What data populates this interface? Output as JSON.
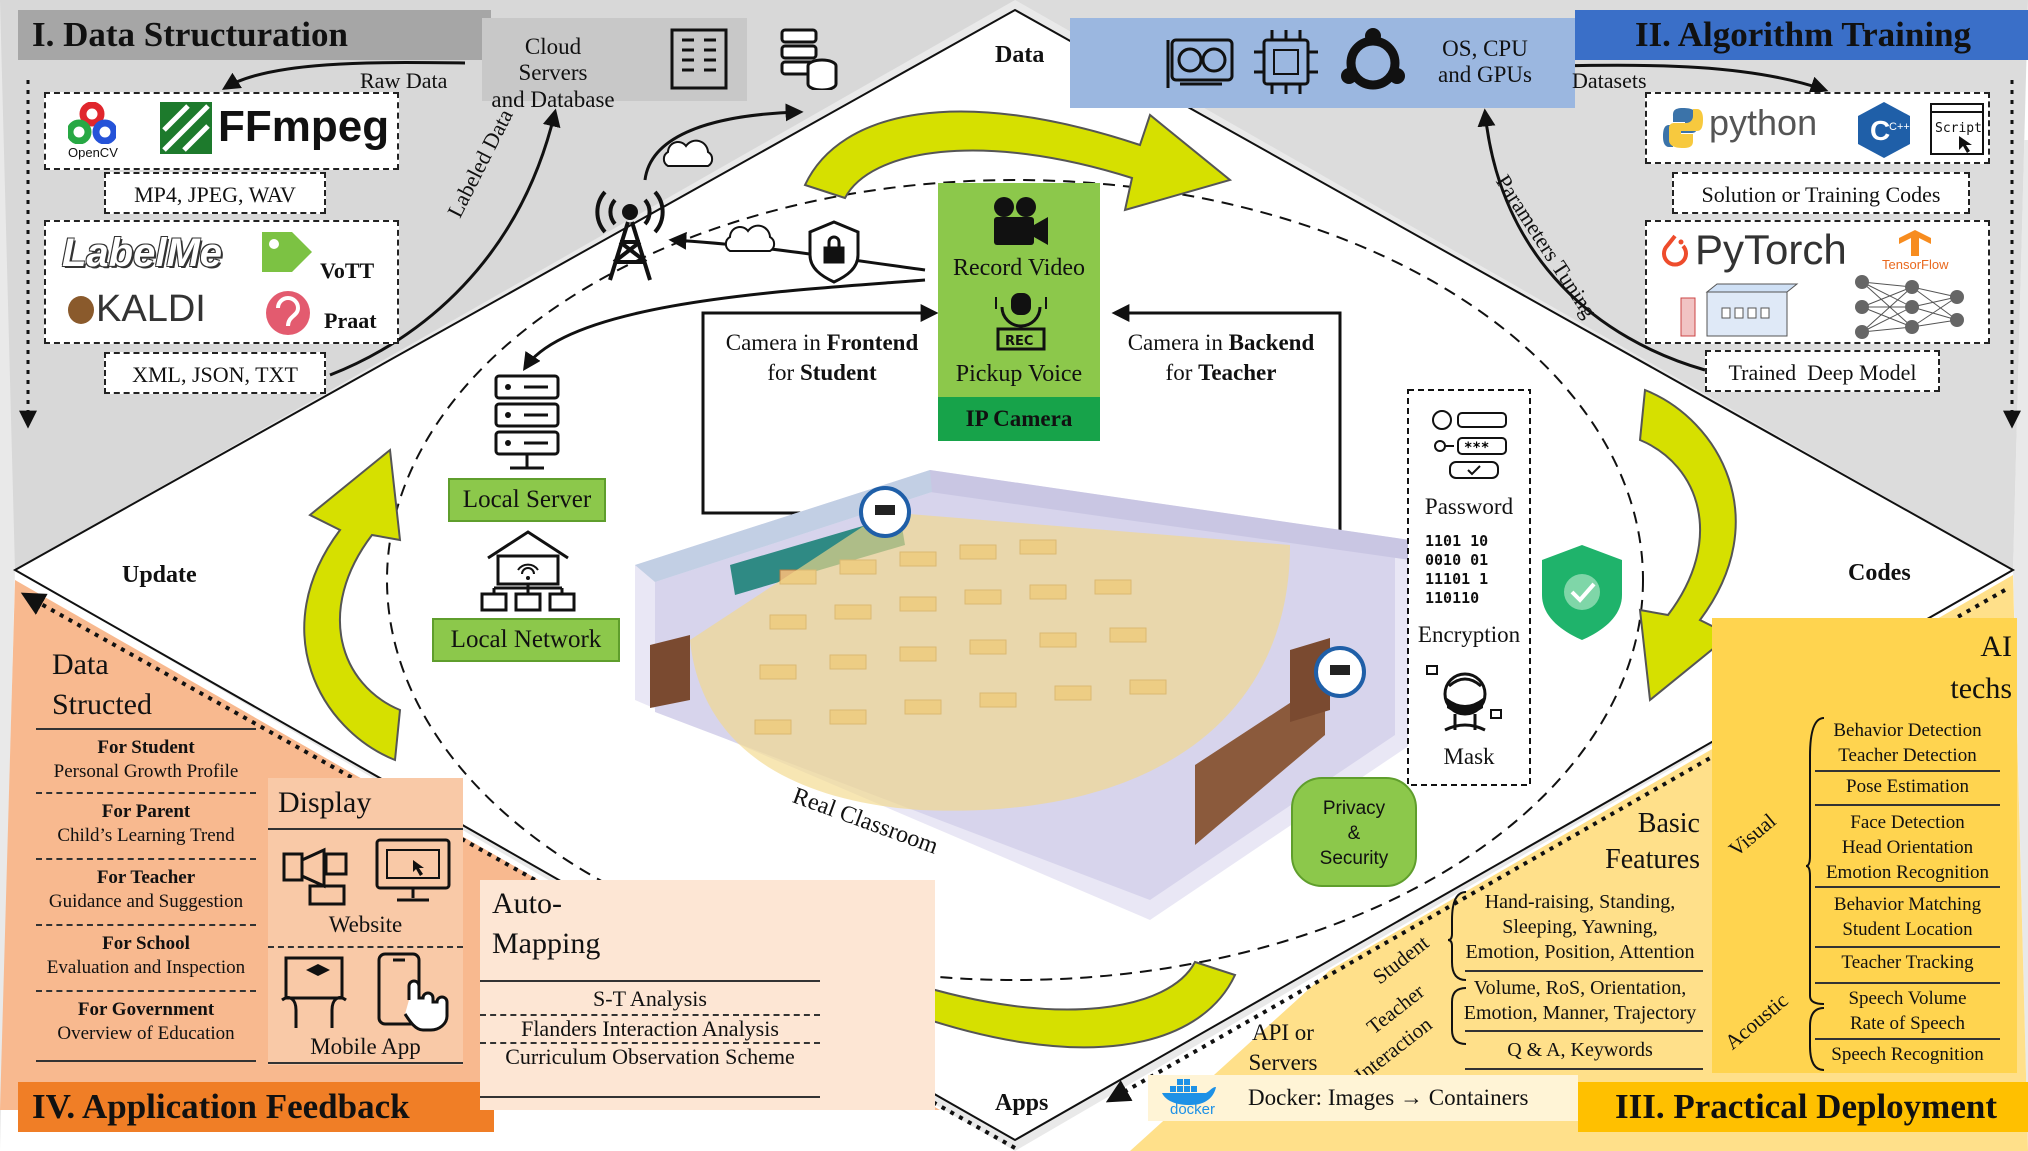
{
  "quadrants": {
    "q1": "I. Data Structuration",
    "q2": "II. Algorithm Training",
    "q3": "III. Practical Deployment",
    "q4": "IV. Application Feedback"
  },
  "flows": {
    "data": "Data",
    "codes": "Codes",
    "apps": "Apps",
    "update": "Update"
  },
  "colors": {
    "gray_quadrant": "#d4d4d4",
    "blue_quadrant": "#9bb7e0",
    "yellow_quadrant": "#ffe08a",
    "orange_quadrant": "#f8b98f",
    "green_box": "#8cc84b",
    "title_blue": "#3a6fc8",
    "title_orange": "#f07e26",
    "title_yellow": "#ffc000",
    "title_gray": "#a6a6a6"
  },
  "q1": {
    "cloud_servers": "Cloud Servers\nand Database",
    "raw_data": "Raw Data",
    "labeled_data": "Labeled Data",
    "tools_top": {
      "opencv": "OpenCV",
      "ffmpeg": "FFmpeg"
    },
    "formats_media": "MP4, JPEG, WAV",
    "tools_label": {
      "labelme": "LabelMe",
      "vott": "VoTT",
      "kaldi": "KALDI",
      "praat": "Praat"
    },
    "formats_label": "XML, JSON, TXT",
    "icons": [
      "opencv-logo",
      "ffmpeg-logo",
      "server-rack-icon",
      "database-icon"
    ]
  },
  "q2": {
    "os_gpu": "OS, CPU\nand GPUs",
    "datasets": "Datasets",
    "parameters_tuning": "Parameters Tuning",
    "langs": {
      "python": "python",
      "cpp": "C++",
      "script": "Script"
    },
    "solution_codes": "Solution or Training Codes",
    "frameworks": {
      "pytorch": "PyTorch",
      "tensorflow": "TensorFlow"
    },
    "trained_model": "Trained  Deep Model",
    "icons": [
      "gpu-icon",
      "cpu-icon",
      "ubuntu-icon"
    ]
  },
  "center": {
    "record_video": "Record Video",
    "pickup_voice": "Pickup Voice",
    "ip_camera": "IP Camera",
    "camera_front_1": "Camera in ",
    "camera_front_2": "Frontend",
    "camera_front_3": "for ",
    "camera_front_4": "Student",
    "camera_back_1": "Camera in ",
    "camera_back_2": "Backend",
    "camera_back_3": "for ",
    "camera_back_4": "Teacher",
    "local_server": "Local Server",
    "local_network": "Local Network",
    "real_classroom": "Real Classroom",
    "password": "Password",
    "encryption": "Encryption",
    "mask": "Mask",
    "privacy": "Privacy\n&\nSecurity",
    "binary_lines": [
      "1101 10",
      "0010 01",
      "11101 1",
      "110110"
    ]
  },
  "q3": {
    "ai_techs": "AI\ntechs",
    "visual": "Visual",
    "acoustic": "Acoustic",
    "visual_items": [
      "Behavior Detection\nTeacher Detection",
      "Pose Estimation",
      "Face Detection\nHead Orientation\nEmotion Recognition",
      "Behavior Matching\nStudent Location",
      "Teacher Tracking"
    ],
    "acoustic_items": [
      "Speech Volume\nRate of Speech",
      "Speech Recognition"
    ],
    "basic_features": "Basic\nFeatures",
    "student": "Student",
    "teacher": "Teacher",
    "interaction": "Interaction",
    "student_feats": "Hand-raising, Standing,\nSleeping, Yawning,\nEmotion, Position, Attention",
    "teacher_feats": "Volume, RoS, Orientation,\nEmotion, Manner, Trajectory",
    "interaction_feats": "Q & A, Keywords",
    "api": "API or\nServers",
    "docker_logo": "docker",
    "docker": "Docker: Images → Containers"
  },
  "q4": {
    "data_structed": "Data\nStructed",
    "rows": [
      {
        "head": "For Student",
        "body": "Personal Growth Profile"
      },
      {
        "head": "For Parent",
        "body": "Child’s Learning Trend"
      },
      {
        "head": "For Teacher",
        "body": "Guidance and Suggestion"
      },
      {
        "head": "For School",
        "body": "Evaluation and Inspection"
      },
      {
        "head": "For Government",
        "body": "Overview of Education"
      }
    ],
    "display": "Display",
    "website": "Website",
    "mobile_app": "Mobile App",
    "auto_mapping": "Auto-\nMapping",
    "mapping_items": [
      "S-T Analysis",
      "Flanders Interaction Analysis",
      "Curriculum Observation Scheme"
    ]
  }
}
